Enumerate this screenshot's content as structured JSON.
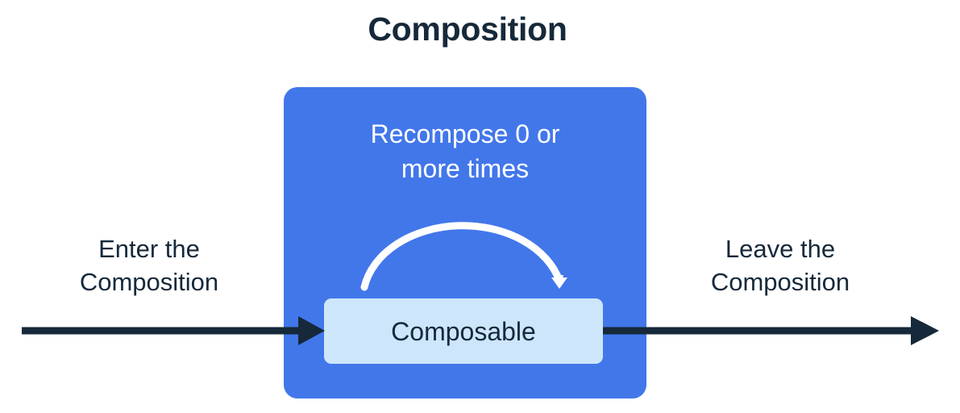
{
  "title": "Composition",
  "colors": {
    "ink": "#16293a",
    "composition_blue": "#4277ea",
    "composable_blue": "#cde6fb",
    "arrow_white": "#ffffff",
    "background": "#ffffff"
  },
  "labels": {
    "enter": {
      "line1": "Enter the",
      "line2": "Composition"
    },
    "leave": {
      "line1": "Leave the",
      "line2": "Composition"
    }
  },
  "composition": {
    "recompose_caption": {
      "line1": "Recompose 0 or",
      "line2": "more times"
    },
    "composable_label": "Composable"
  },
  "arrows": {
    "enter_arrow": "arrow-right-icon",
    "leave_arrow": "arrow-right-icon",
    "recompose_arrow": "curved-loop-arrow-icon"
  }
}
